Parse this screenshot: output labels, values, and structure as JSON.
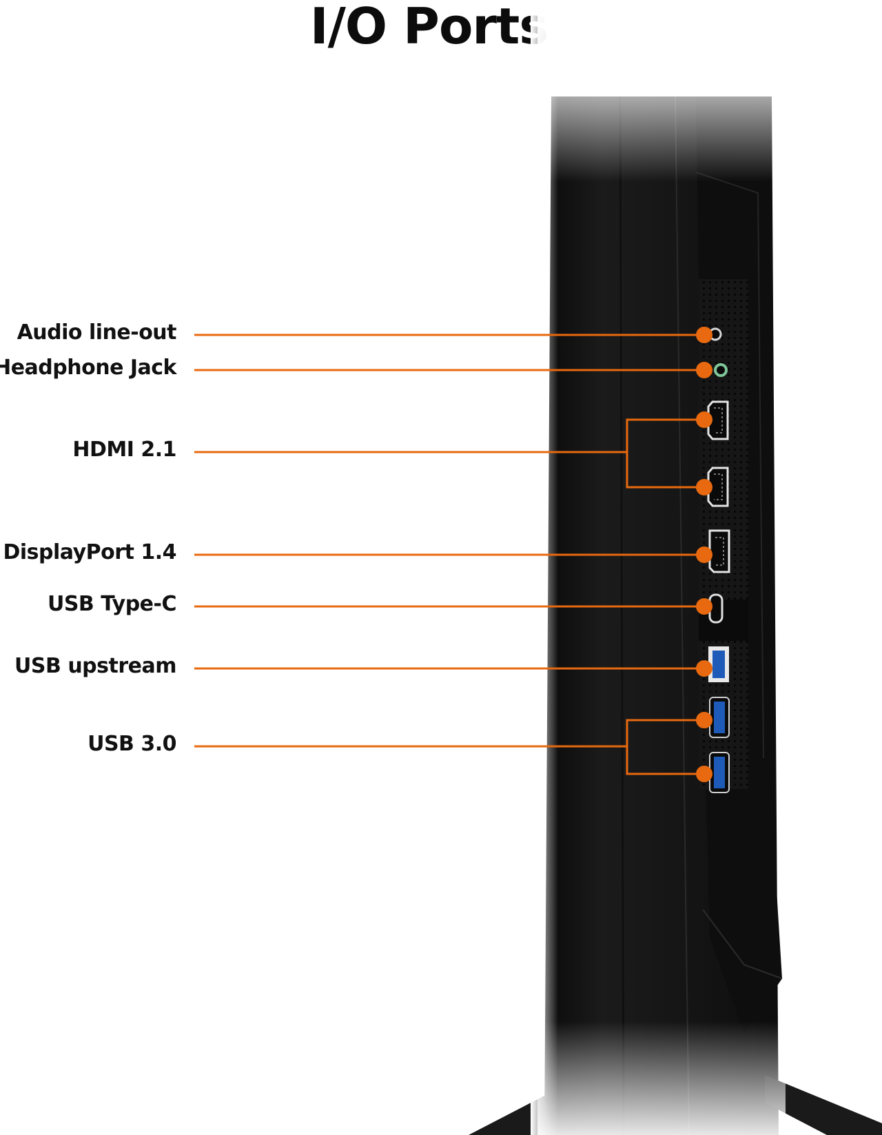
{
  "title": "I/O Ports",
  "colors": {
    "accent": "#e8690f",
    "monitor_body": "#141414",
    "usb_blue": "#1e5bb8"
  },
  "ports": [
    {
      "label": "Audio line-out",
      "icon": "audio-jack-icon"
    },
    {
      "label": "Headphone Jack",
      "icon": "headphone-jack-icon"
    },
    {
      "label": "HDMI 2.1",
      "icon": "hdmi-port-icon",
      "count": 2
    },
    {
      "label": "DisplayPort 1.4",
      "icon": "displayport-icon"
    },
    {
      "label": "USB Type-C",
      "icon": "usb-c-port-icon"
    },
    {
      "label": "USB upstream",
      "icon": "usb-b-port-icon"
    },
    {
      "label": "USB 3.0",
      "icon": "usb-a-port-icon",
      "count": 2
    }
  ]
}
